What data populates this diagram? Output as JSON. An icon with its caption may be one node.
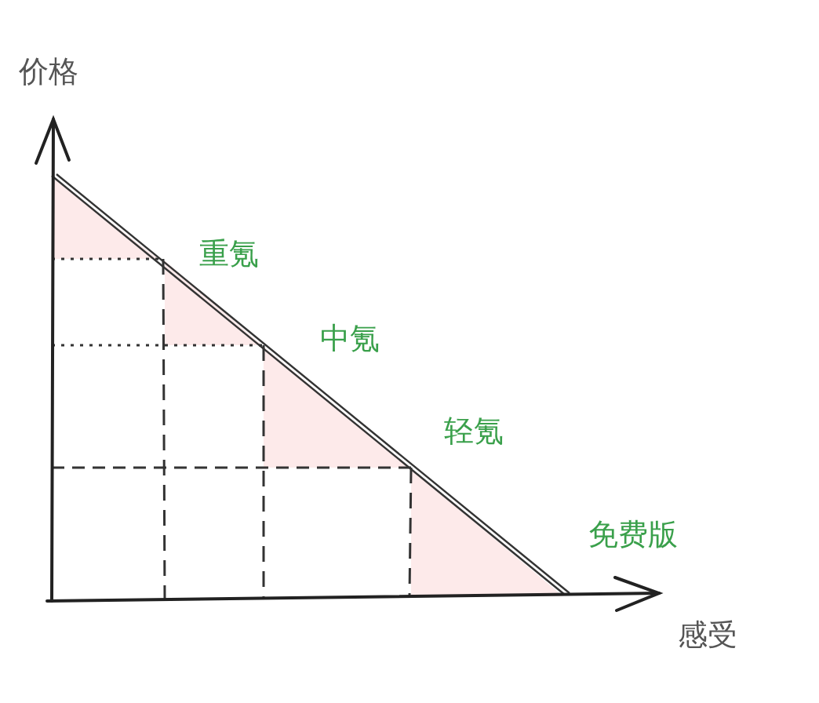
{
  "diagram": {
    "labels": [
      "价格",
      "重氪",
      "中氪",
      "轻氪",
      "免费版",
      "感受"
    ]
  }
}
